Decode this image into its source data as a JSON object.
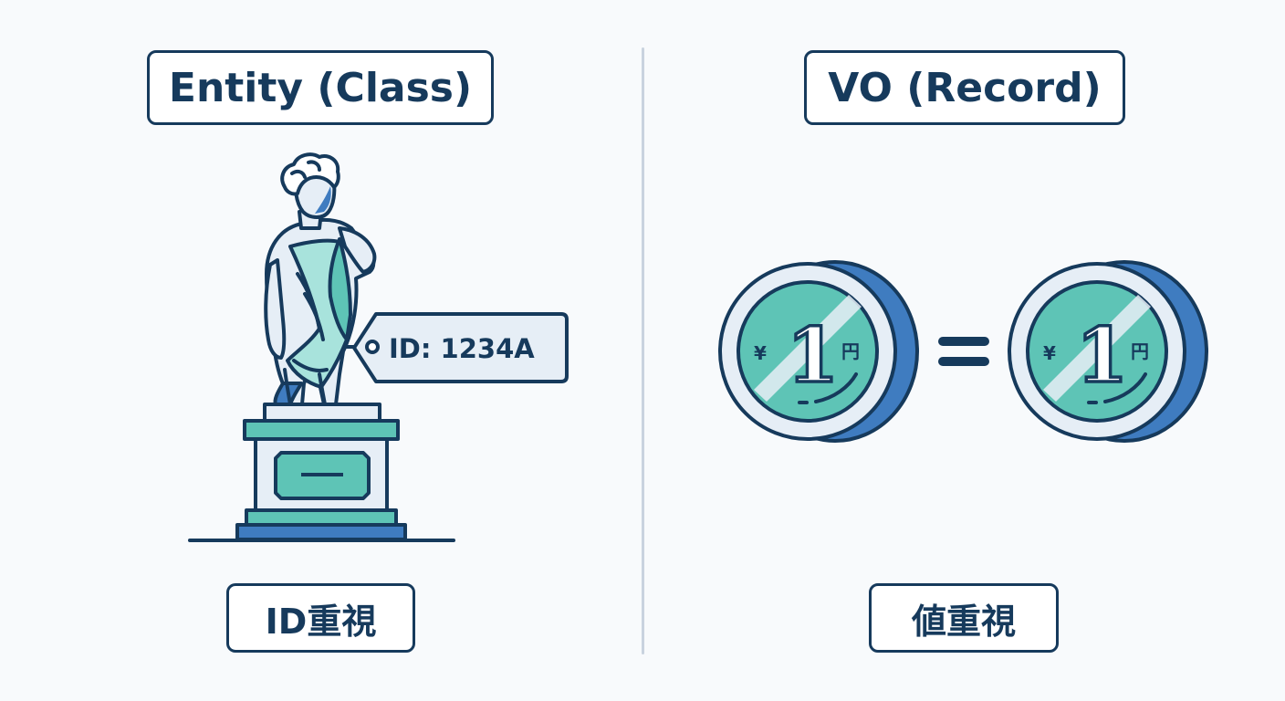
{
  "left": {
    "title": "Entity (Class)",
    "tag_text": "ID: 1234A",
    "caption": "ID重視"
  },
  "right": {
    "title": "VO (Record)",
    "coin_value": "1",
    "coin_unit": "円",
    "coin_mark": "¥",
    "equals": "=",
    "caption": "値重視"
  },
  "colors": {
    "ink": "#163a5c",
    "teal": "#5ec4b6",
    "teal_light": "#a8e3dc",
    "blue": "#3f7cc0",
    "pale": "#e6eef6",
    "divider": "#c9d3df"
  },
  "icons": [
    "statue-icon",
    "pedestal-icon",
    "id-tag-icon",
    "coin-icon",
    "equals-icon"
  ]
}
